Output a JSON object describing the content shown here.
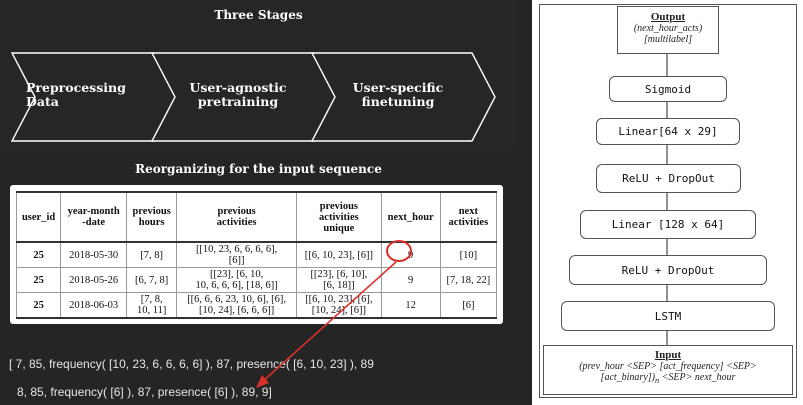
{
  "stages": {
    "title": "Three Stages",
    "items": [
      {
        "label_1": "Preprocessing",
        "label_2": "Data"
      },
      {
        "label_1": "User-agnostic",
        "label_2": "pretraining"
      },
      {
        "label_1": "User-specific",
        "label_2": "finetuning"
      }
    ]
  },
  "reorg": {
    "title": "Reorganizing for the input sequence",
    "headers": [
      [
        "user_id"
      ],
      [
        "year-month",
        "-date"
      ],
      [
        "previous",
        "hours"
      ],
      [
        "previous",
        "activities"
      ],
      [
        "previous",
        "activities",
        "unique"
      ],
      [
        "next_hour"
      ],
      [
        "next",
        "activities"
      ]
    ],
    "rows": [
      [
        [
          "25"
        ],
        [
          "2018-05-30"
        ],
        [
          "[7, 8]"
        ],
        [
          "[[10, 23, 6, 6, 6, 6],",
          "[6]]"
        ],
        [
          "[[6, 10, 23], [6]]"
        ],
        [
          "9"
        ],
        [
          "[10]"
        ]
      ],
      [
        [
          "25"
        ],
        [
          "2018-05-26"
        ],
        [
          "[6, 7, 8]"
        ],
        [
          "[[23], [6, 10,",
          "10, 6, 6, 6], [18, 6]]"
        ],
        [
          "[[23], [6, 10],",
          "[6, 18]]"
        ],
        [
          "9"
        ],
        [
          "[7, 18, 22]"
        ]
      ],
      [
        [
          "25"
        ],
        [
          "2018-06-03"
        ],
        [
          "[7, 8,",
          "10, 11]"
        ],
        [
          "[[6, 6, 6, 23, 10, 6], [6],",
          "[10, 24], [6, 6, 6]]"
        ],
        [
          "[[6, 10, 23], [6],",
          "[10, 24], [6]]"
        ],
        [
          "12"
        ],
        [
          "[6]"
        ]
      ]
    ],
    "sequence_line_1": "[ 7, 85, frequency( [10, 23, 6, 6, 6, 6] ),  87, presence( [6, 10, 23] ), 89",
    "sequence_line_2": "8, 85, frequency( [6] ),  87, presence( [6] ), 89, 9]",
    "highlight_color": "#d9302b"
  },
  "architecture": {
    "output": {
      "title": "Output",
      "sub_1": "(next_hour_acts)",
      "sub_2": "[multilabel]"
    },
    "layers": [
      "Sigmoid",
      "Linear[64 x 29]",
      "ReLU + DropOut",
      "Linear [128 x 64]",
      "ReLU + DropOut",
      "LSTM"
    ],
    "input": {
      "title": "Input",
      "sub_1": "(prev_hour <SEP> [act_frequency] <SEP>",
      "sub_2": "[act_binary])",
      "sub_2_subscript": "n",
      "sub_2_tail": " <SEP> next_hour"
    }
  }
}
